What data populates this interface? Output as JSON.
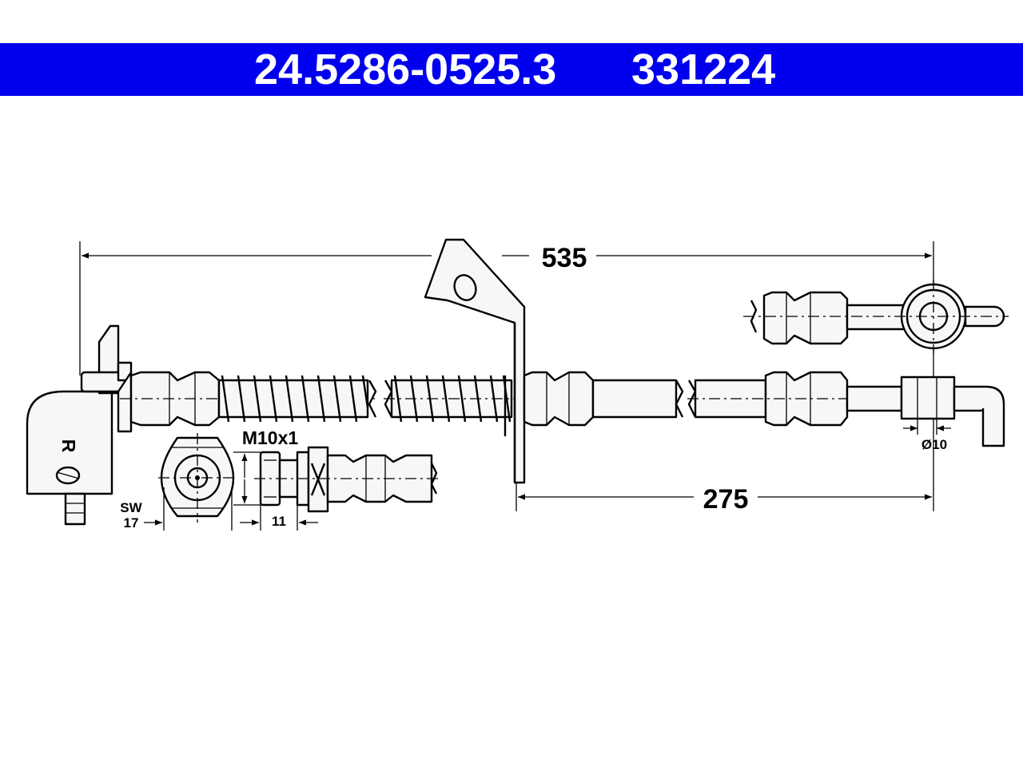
{
  "header": {
    "part_number": "24.5286-0525.3",
    "reference_number": "331224",
    "background_color": "#0000ee",
    "text_color": "#ffffff"
  },
  "drawing": {
    "side_marker": "R",
    "dimensions": {
      "overall_length": "535",
      "bracket_to_end": "275",
      "thread": "M10x1",
      "wrench_size_label": "SW",
      "wrench_size_value": "17",
      "thread_length": "11",
      "pipe_diameter": "Ø10"
    }
  }
}
